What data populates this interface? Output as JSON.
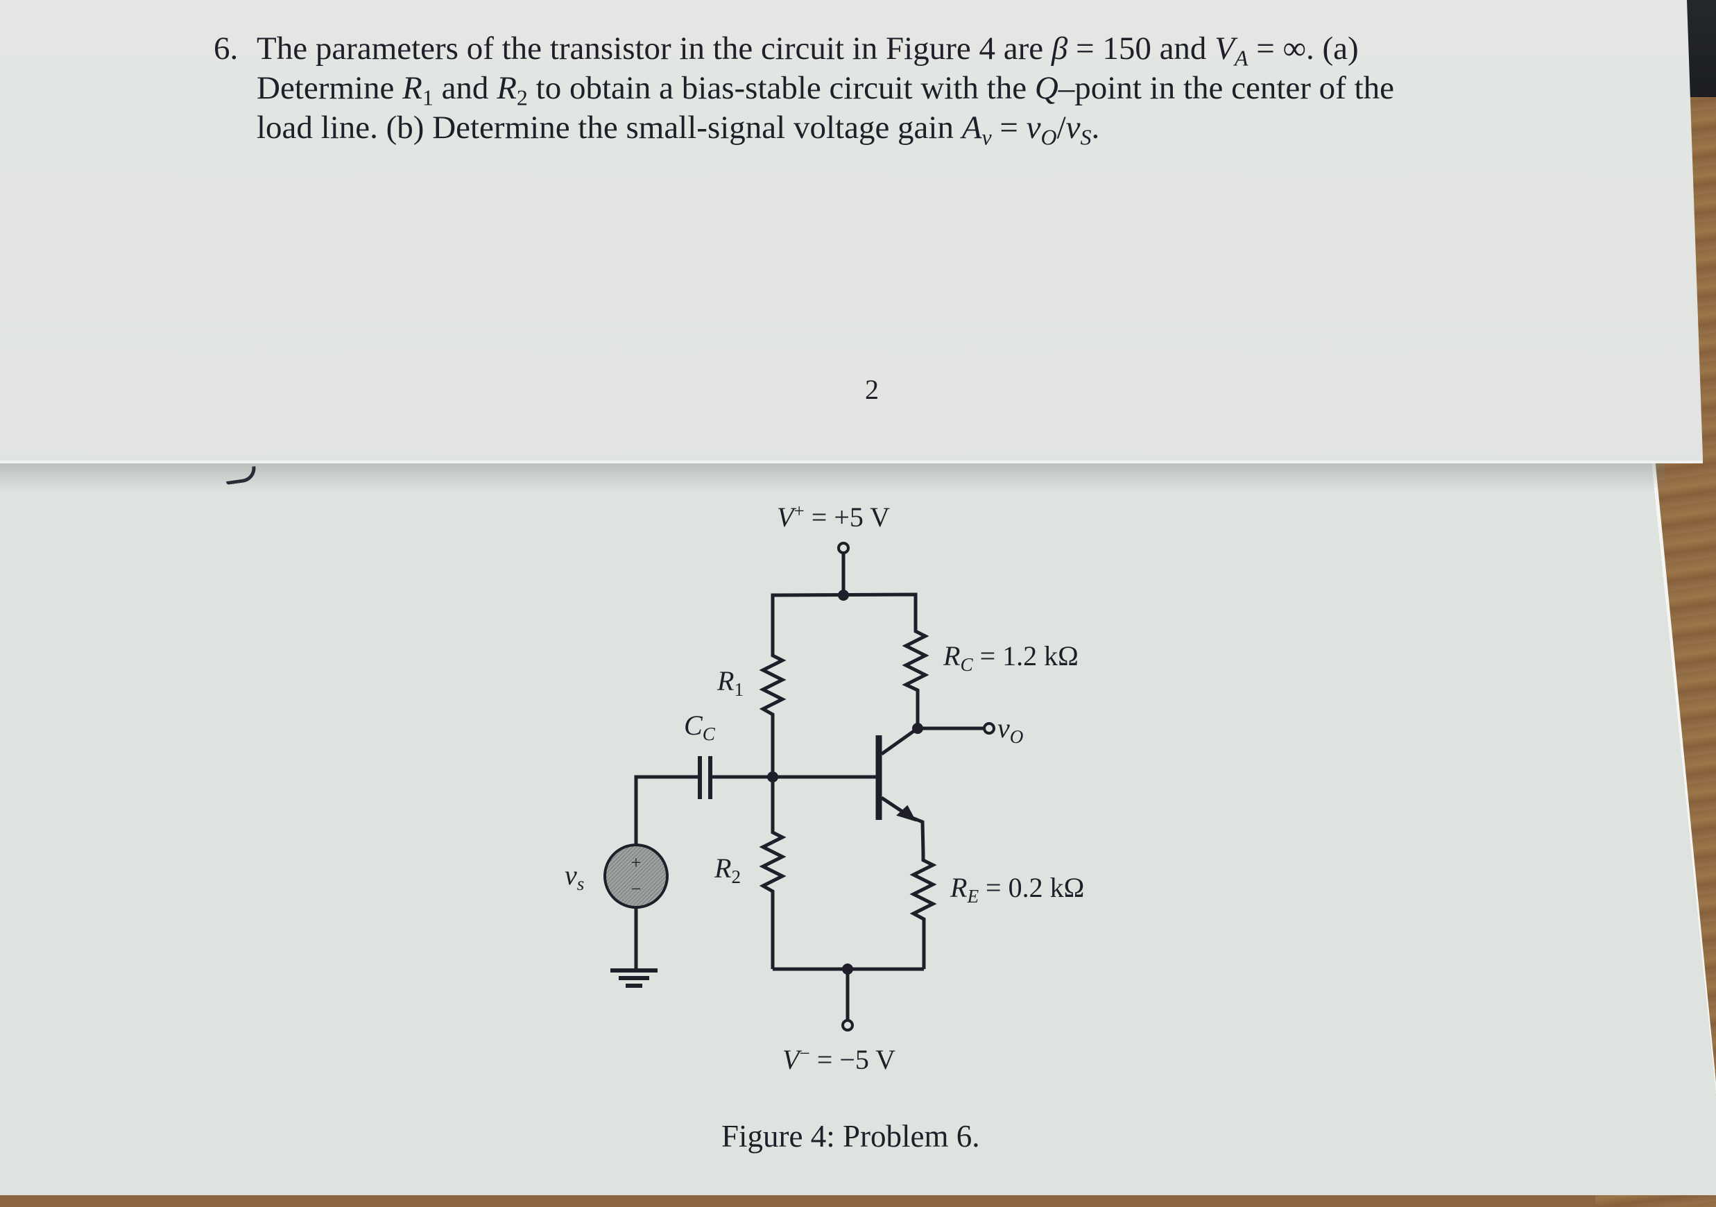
{
  "problem": {
    "number": "6.",
    "line1": {
      "t1": "The parameters of the transistor in the circuit in Figure 4 are ",
      "beta": "β",
      "t2": " = 150 and ",
      "va_v": "V",
      "va_sub": "A",
      "t3": " = ∞. (a)"
    },
    "line2": {
      "t1": "Determine ",
      "r1_r": "R",
      "r1_sub": "1",
      "t2": " and ",
      "r2_r": "R",
      "r2_sub": "2",
      "t3": " to obtain a bias-stable circuit with the ",
      "q": "Q",
      "t4": "–point in the center of the"
    },
    "line3": {
      "t1": "load line. (b) Determine the small-signal voltage gain ",
      "av_a": "A",
      "av_sub": "v",
      "t2": " = ",
      "vo_v": "v",
      "vo_sub": "O",
      "slash": "/",
      "vs_v": "v",
      "vs_sub": "S",
      "t3": "."
    }
  },
  "page_number": "2",
  "figure": {
    "vplus": {
      "sym": "V",
      "sup": "+",
      "value": " = +5 V"
    },
    "vminus": {
      "sym": "V",
      "sup": "−",
      "value": " = −5 V"
    },
    "rc": {
      "sym": "R",
      "sub": "C",
      "value": " = 1.2 kΩ"
    },
    "re": {
      "sym": "R",
      "sub": "E",
      "value": " = 0.2 kΩ"
    },
    "r1": {
      "sym": "R",
      "sub": "1"
    },
    "r2": {
      "sym": "R",
      "sub": "2"
    },
    "cc": {
      "sym": "C",
      "sub": "C"
    },
    "vo": {
      "sym": "v",
      "sub": "O"
    },
    "vs": {
      "sym": "v",
      "sub": "s"
    },
    "source_plus": "+",
    "source_minus": "−",
    "caption": "Figure 4: Problem 6."
  },
  "colors": {
    "ink": "#1e1f28",
    "paper": "#dfe3e0",
    "wood": "#8f6a42"
  }
}
